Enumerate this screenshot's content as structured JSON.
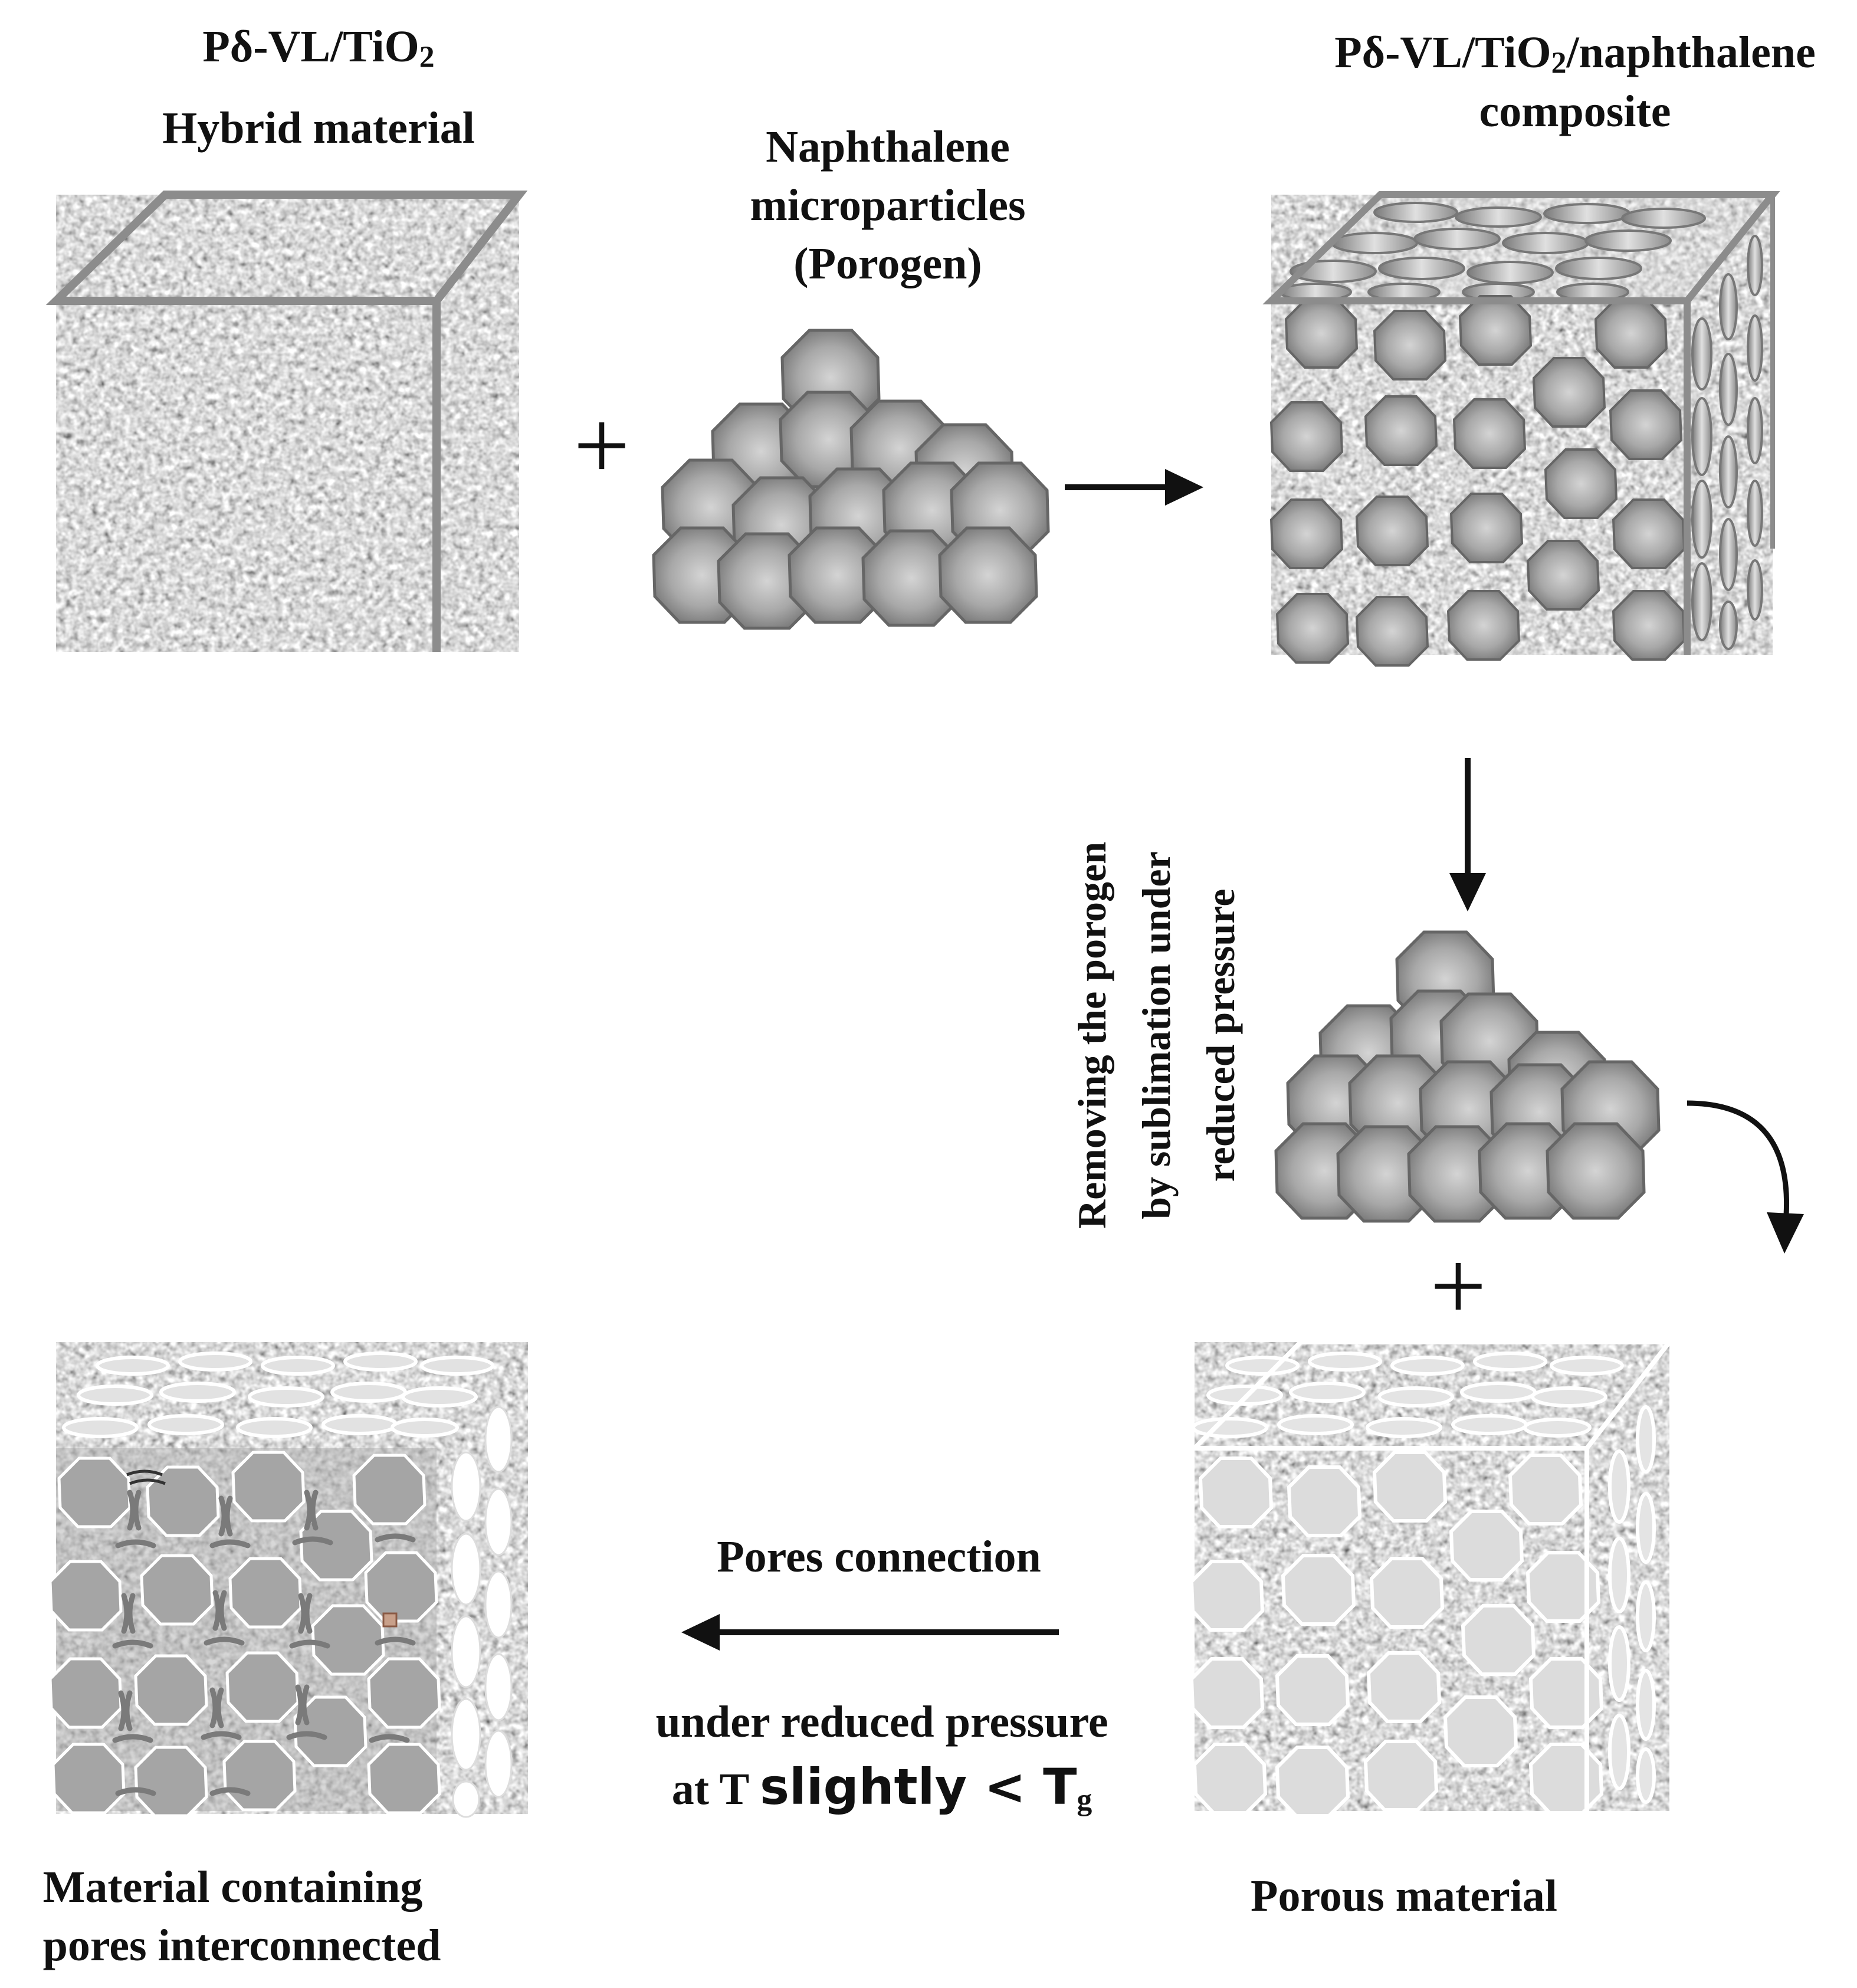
{
  "labels": {
    "hybrid_title_prefix": "Pδ-VL/TiO",
    "hybrid_title_sub": "2",
    "hybrid_subtitle": "Hybrid material",
    "composite_title_prefix": "Pδ-VL/TiO",
    "composite_title_sub": "2",
    "composite_title_suffix": "/naphthalene",
    "composite_subtitle": "composite",
    "porogen_line1": "Naphthalene",
    "porogen_line2": "microparticles",
    "porogen_line3": "(Porogen)",
    "removal_line1": "Removing the porogen",
    "removal_line2": "by sublimation under",
    "removal_line3": "reduced pressure",
    "pores_connection": "Pores connection",
    "condition_line1": "under reduced pressure",
    "condition_line2_prefix": "at T ",
    "condition_line2_main": "slightly < T",
    "condition_line2_sub": "g",
    "porous_label": "Porous material",
    "interconnected_line1": "Material containing",
    "interconnected_line2": "pores interconnected"
  },
  "symbols": {
    "plus_1": "+",
    "plus_2": "+"
  },
  "colors": {
    "background": "#ffffff",
    "cube_edge": "#8c8c8c",
    "particle_dark": "#6e6e6e",
    "particle_light": "#d4d4d4",
    "pore_fill": "#dcdcdc",
    "interconnected_face": "#a9a9a9",
    "arrow": "#111111"
  }
}
